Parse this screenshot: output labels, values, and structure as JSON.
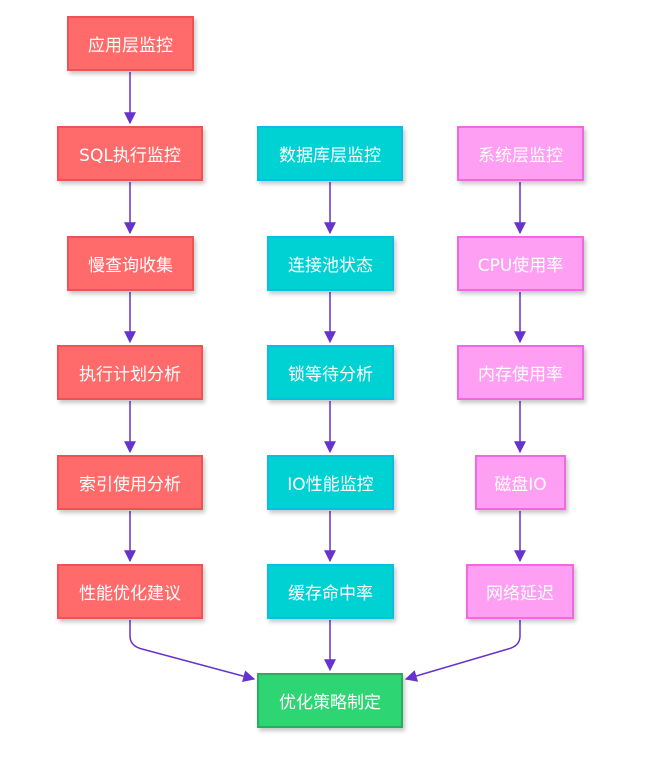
{
  "nodes": {
    "app_layer": "应用层监控",
    "sql_exec": "SQL执行监控",
    "slow_query": "慢查询收集",
    "exec_plan": "执行计划分析",
    "index_usage": "索引使用分析",
    "perf_advice": "性能优化建议",
    "db_layer": "数据库层监控",
    "conn_pool": "连接池状态",
    "lock_wait": "锁等待分析",
    "io_perf": "IO性能监控",
    "cache_hit": "缓存命中率",
    "sys_layer": "系统层监控",
    "cpu_usage": "CPU使用率",
    "mem_usage": "内存使用率",
    "disk_io": "磁盘IO",
    "net_latency": "网络延迟",
    "final": "优化策略制定"
  },
  "colors": {
    "app_fill": "#ff6b6b",
    "db_fill": "#00d2d3",
    "sys_fill": "#ff9ff3",
    "final_fill": "#2ed573",
    "edge": "#6633cc"
  }
}
